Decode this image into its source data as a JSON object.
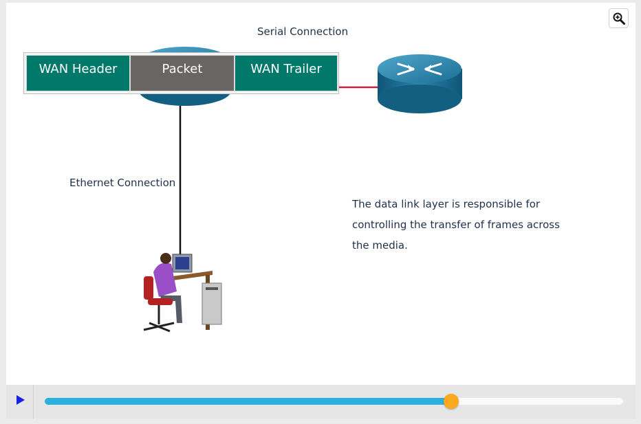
{
  "diagram": {
    "serial_label": "Serial Connection",
    "ethernet_label": "Ethernet Connection",
    "description": "The data link layer is responsible for controlling the transfer of frames across the media.",
    "frame": {
      "header_label": "WAN Header",
      "packet_label": "Packet",
      "trailer_label": "WAN Trailer"
    }
  },
  "toolbar": {
    "zoom_icon": "zoom-in-icon"
  },
  "player": {
    "play_icon": "play-icon",
    "progress": 0.703
  },
  "colors": {
    "frame_segment": "#00796b",
    "packet_segment": "#696564",
    "serial_line": "#c0213a",
    "router": "#2b7fa6",
    "progress_fill": "#29b2e0",
    "progress_thumb": "#fca920",
    "play_icon": "#1a22e6"
  }
}
